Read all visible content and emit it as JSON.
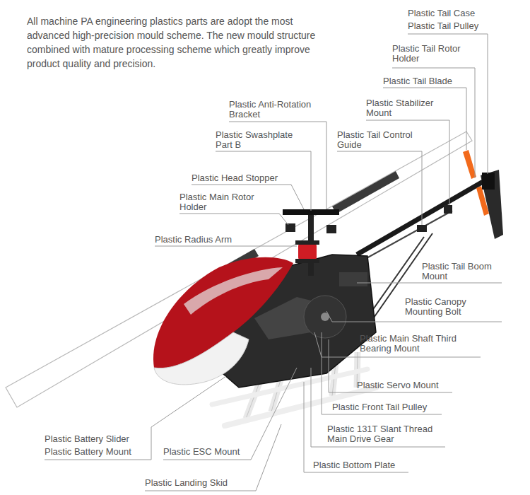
{
  "diagram": {
    "labels": [
      "All machine PA engineering plastics parts are adopt the most advanced high-precision mould scheme. The new mould structure combined with mature processing scheme which greatly improve product quality and precision.",
      "Plastic Tail Case",
      "Plastic Tail Pulley",
      "Plastic Tail Rotor Holder",
      "Plastic Tail Blade",
      "Plastic Anti-Rotation Bracket",
      "Plastic Stabilizer Mount",
      "Plastic Swashplate Part B",
      "Plastic Tail Control Guide",
      "Plastic Head Stopper",
      "Plastic Main Rotor Holder",
      "Plastic Radius Arm",
      "Plastic Tail Boom Mount",
      "Plastic Canopy Mounting Bolt",
      "Plastic Main Shaft Third Bearing Mount",
      "Plastic Servo Mount",
      "Plastic Front Tail Pulley",
      "Plastic Battery Slider",
      "Plastic Battery Mount",
      "Plastic ESC Mount",
      "Plastic 131T Slant Thread Main Drive Gear",
      "Plastic Bottom Plate",
      "Plastic Landing Skid"
    ]
  }
}
